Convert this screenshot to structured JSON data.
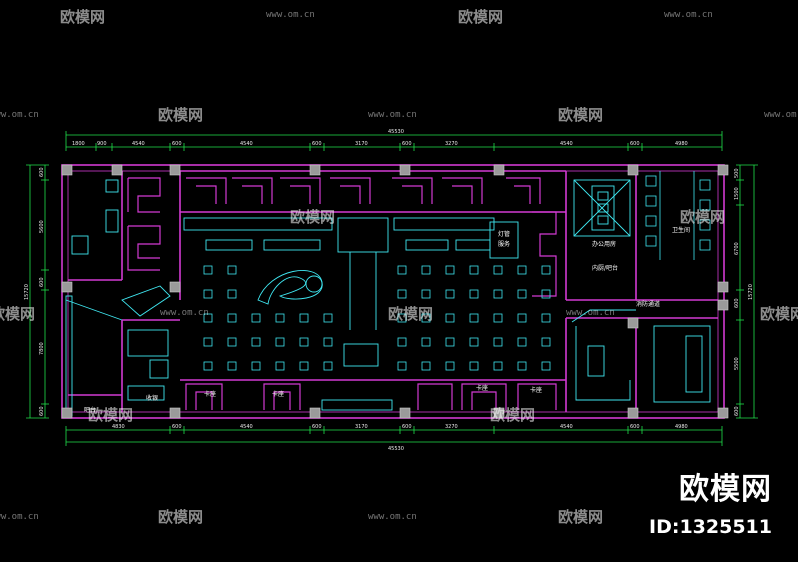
{
  "watermark": {
    "brand": "欧模网",
    "url": "www.om.cn"
  },
  "brand_badge": {
    "name": "欧模网",
    "id_text": "ID:1325511"
  },
  "dimensions": {
    "top_total": "45530",
    "bottom_total": "45530",
    "top_segments": [
      "1800",
      "900",
      "4540",
      "600",
      "4540",
      "600",
      "3170",
      "600",
      "3270",
      "4540",
      "600",
      "4980"
    ],
    "bottom_segments": [
      "4830",
      "600",
      "4540",
      "600",
      "3170",
      "600",
      "3270",
      "4540",
      "600",
      "4980"
    ],
    "left_total": "15720",
    "right_total": "15720",
    "left_segments": [
      "600",
      "5600",
      "600",
      "7800",
      "600"
    ],
    "right_segments": [
      "500",
      "1500",
      "6700",
      "600",
      "5500",
      "600"
    ]
  },
  "rooms": {
    "lighting": "灯管",
    "lighting2": "服务",
    "office": "办公用房",
    "restroom": "卫生间",
    "kitchen": "内厨/吧台",
    "corridor": "消防通道",
    "desk1": "卡座",
    "desk2": "卡座",
    "desk3": "卡座",
    "desk4": "卡座",
    "cashier": "收银",
    "bar": "吧台"
  },
  "colors": {
    "wall": "#d23ad2",
    "furniture": "#3fe6f0",
    "dimension": "#20e04a",
    "column": "#9a9a9a",
    "background": "#000000"
  }
}
